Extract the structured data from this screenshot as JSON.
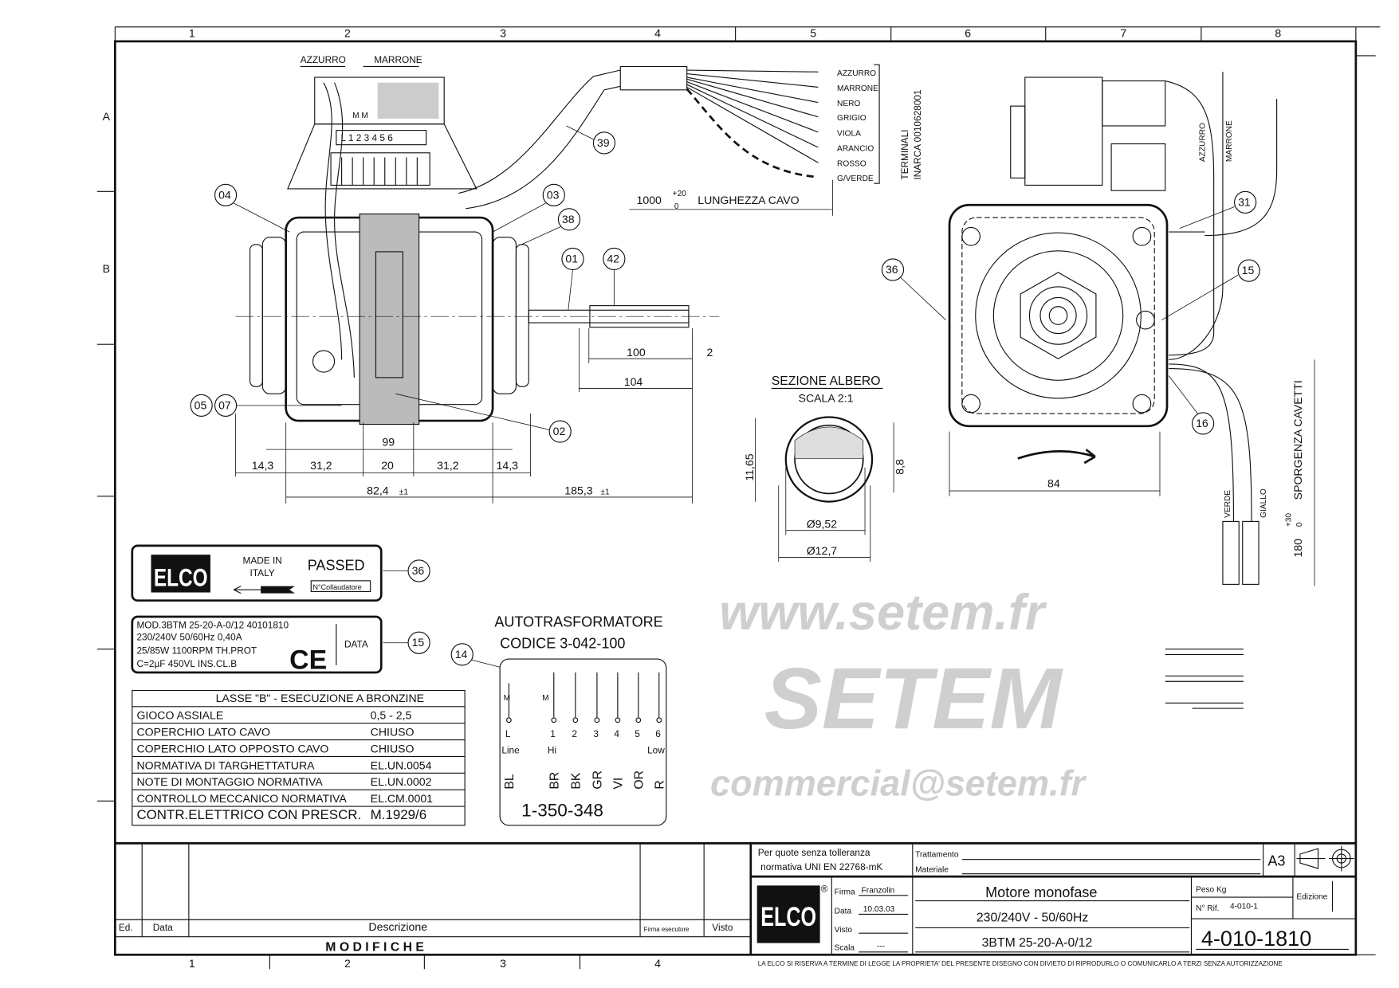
{
  "frame": {
    "columns": [
      "1",
      "2",
      "3",
      "4",
      "5",
      "6",
      "7",
      "8"
    ],
    "rows": [
      "A",
      "B"
    ]
  },
  "side_view": {
    "connector_labels": [
      "AZZURRO",
      "MARRONE"
    ],
    "terminal_strip": "L 1 2 3 4 5 6",
    "mm_label": "M M",
    "wires": [
      "AZZURRO",
      "MARRONE",
      "NERO",
      "GRIGIO",
      "VIOLA",
      "ARANCIO",
      "ROSSO",
      "G/VERDE"
    ],
    "terminals_label": [
      "TERMINALI",
      "INARCA 0010628001"
    ],
    "cable_length": {
      "value": "1000",
      "tol_upper": "+20",
      "tol_lower": "0",
      "label": "LUNGHEZZA CAVO"
    },
    "dimensions": [
      "14,3",
      "31,2",
      "20",
      "31,2",
      "14,3",
      "99",
      "82,4",
      "±1",
      "185,3",
      "±1",
      "100",
      "104",
      "2"
    ]
  },
  "balloons": [
    "04",
    "03",
    "38",
    "39",
    "01",
    "42",
    "05",
    "07",
    "02",
    "36",
    "31",
    "15",
    "16",
    "36",
    "15",
    "14"
  ],
  "section": {
    "title": "SEZIONE ALBERO",
    "scale": "SCALA 2:1",
    "dims": [
      "11,65",
      "8,8",
      "Ø9,52",
      "Ø12,7"
    ]
  },
  "end_view": {
    "dim": "84",
    "wire_labels": [
      "AZZURRO",
      "MARRONE",
      "VERDE",
      "GIALLO"
    ],
    "lead_length": {
      "value": "180",
      "tol_upper": "+30",
      "tol_lower": "0",
      "label": "SPORGENZA CAVETTI"
    }
  },
  "label_passed": {
    "brand": "ELCO",
    "made_in": [
      "MADE IN",
      "ITALY"
    ],
    "passed": "PASSED",
    "inspector": "N°Collaudatore"
  },
  "label_data": {
    "lines": [
      "MOD.3BTM 25-20-A-0/12  40101810",
      "230/240V  50/60Hz  0,40A",
      "25/85W   1100RPM  TH.PROT",
      "C=2µF  450VL    INS.CL.B"
    ],
    "ce": "CE",
    "data": "DATA"
  },
  "spec_table": {
    "header": "LASSE \"B\" - ESECUZIONE A BRONZINE",
    "rows": [
      [
        "GIOCO ASSIALE",
        "0,5 - 2,5"
      ],
      [
        "COPERCHIO LATO CAVO",
        "CHIUSO"
      ],
      [
        "COPERCHIO LATO OPPOSTO CAVO",
        "CHIUSO"
      ],
      [
        "NORMATIVA DI TARGHETTATURA",
        "EL.UN.0054"
      ],
      [
        "NOTE DI MONTAGGIO NORMATIVA",
        "EL.UN.0002"
      ],
      [
        "CONTROLLO MECCANICO NORMATIVA",
        "EL.CM.0001"
      ],
      [
        "CONTR.ELETTRICO CON PRESCR.",
        "M.1929/6"
      ]
    ]
  },
  "autotransformer": {
    "title": "AUTOTRASFORMATORE",
    "code": "CODICE 3-042-100",
    "taps": [
      "L",
      "1",
      "2",
      "3",
      "4",
      "5",
      "6"
    ],
    "m_labels": [
      "M",
      "M"
    ],
    "line": "Line",
    "hi": "Hi",
    "low": "Low",
    "colors": [
      "BL",
      "BR",
      "BK",
      "GR",
      "VI",
      "OR",
      "R"
    ],
    "part_no": "1-350-348"
  },
  "title_block": {
    "tolerance": [
      "Per quote senza tolleranza",
      "normativa UNI EN 22768-mK"
    ],
    "trattamento": "Trattamento",
    "materiale": "Materiale",
    "format": "A3",
    "firma_label": "Firma",
    "firma": "Franzolin",
    "data_label": "Data",
    "data": "10.03.03",
    "visto_label": "Visto",
    "scala_label": "Scala",
    "scala": "---",
    "title": [
      "Motore monofase",
      "230/240V - 50/60Hz",
      "3BTM 25-20-A-0/12"
    ],
    "peso": "Peso Kg",
    "rif_label": "N° Rif.",
    "rif": "4-010-1",
    "edizione": "Edizione",
    "drawing_no": "4-010-1810",
    "mod_headers": [
      "Ed.",
      "Data",
      "Descrizione",
      "Firma esecutore",
      "Visto"
    ],
    "modifiche": "M O D I F I C H E",
    "disclaimer": "LA ELCO SI RISERVA A TERMINE DI LEGGE LA PROPRIETA' DEL PRESENTE DISEGNO CON DIVIETO DI RIPRODURLO O COMUNICARLO A TERZI SENZA AUTORIZZAZIONE"
  },
  "watermark": [
    "www.setem.fr",
    "SETEM",
    "commercial@setem.fr"
  ]
}
